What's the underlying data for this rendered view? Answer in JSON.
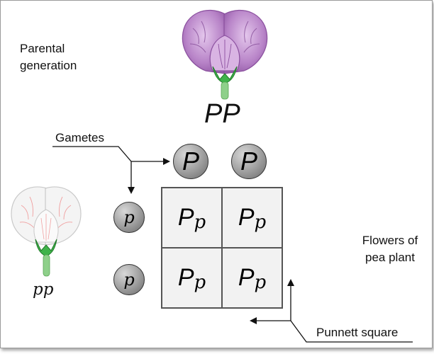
{
  "labels": {
    "parental": "Parental generation",
    "gametes": "Gametes",
    "flowers": "Flowers of pea plant",
    "punnett": "Punnett square"
  },
  "genotypes": {
    "dominant_parent": "PP",
    "recessive_parent": "pp"
  },
  "gametes": {
    "top": [
      "P",
      "P"
    ],
    "left": [
      "p",
      "p"
    ]
  },
  "punnett_cells": [
    {
      "upper": "P",
      "lower": "p"
    },
    {
      "upper": "P",
      "lower": "p"
    },
    {
      "upper": "P",
      "lower": "p"
    },
    {
      "upper": "P",
      "lower": "p"
    }
  ],
  "colors": {
    "purple_flower": "#b884c8",
    "purple_dark": "#8a4f9e",
    "white_flower": "#f4f4f4",
    "white_veins": "#f0a0a0",
    "sepal_green": "#3fb34a",
    "stem_green": "#8ed08a"
  }
}
